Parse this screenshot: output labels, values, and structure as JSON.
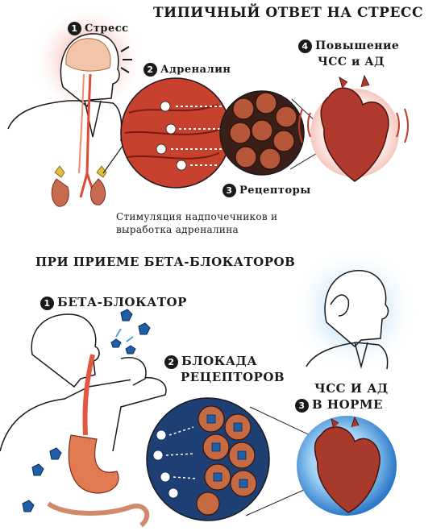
{
  "stress_section": {
    "title": "ТИПИЧНЫЙ ОТВЕТ НА СТРЕСС",
    "steps": [
      {
        "number": "1",
        "label": "Стресс"
      },
      {
        "number": "2",
        "label": "Адреналин"
      },
      {
        "number": "3",
        "label": "Рецепторы"
      },
      {
        "number": "4",
        "label_line1": "Повышение",
        "label_line2": "ЧСС и АД"
      }
    ],
    "caption_line1": "Стимуляция надпочечников и",
    "caption_line2": "выработка адреналина"
  },
  "beta_section": {
    "title": "ПРИ ПРИЕМЕ БЕТА-БЛОКАТОРОВ",
    "steps": [
      {
        "number": "1",
        "label": "БЕТА-БЛОКАТОР"
      },
      {
        "number": "2",
        "label_line1": "БЛОКАДА",
        "label_line2": "РЕЦЕПТОРОВ"
      },
      {
        "number": "3",
        "label_line1": "ЧСС И АД",
        "label_line2": "В НОРМЕ"
      }
    ]
  },
  "colors": {
    "stress_red": "#c0392b",
    "heart_red": "#b03a2e",
    "calm_blue": "#2f7fd0",
    "blocker_blue": "#1f5fa8"
  },
  "icons": [
    "brain-icon",
    "heart-icon",
    "adrenal-gland-icon",
    "receptor-cell-icon",
    "pill-icon",
    "stomach-icon"
  ]
}
